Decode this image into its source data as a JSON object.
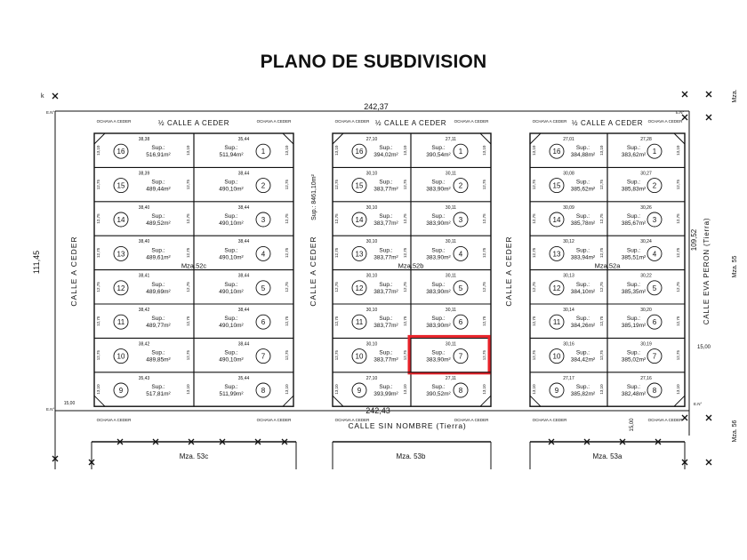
{
  "title": "PLANO DE SUBDIVISION",
  "top_dimension": "242,37",
  "bottom_dimension": "242,43",
  "left_dimension": "111,45",
  "right_dimension": "109,52",
  "top_street": "½ CALLE A CEDER",
  "bottom_street": "CALLE SIN NOMBRE (Tierra)",
  "side_street": "CALLE A CEDER",
  "right_street": "CALLE EVA PERON (Tierra)",
  "cession_label": "OCHAVA A CEDER",
  "k_label": "k",
  "corner_label": "E.N°",
  "mza_55": "Mza. 55",
  "mza_56": "Mza. 56",
  "mza_top_right": "Mza.",
  "mza_53c": "Mza. 53c",
  "mza_53b": "Mza. 53b",
  "mza_53a": "Mza. 53a",
  "right_offset_dim": "15,00",
  "bottom_offset_dim": "15,00",
  "left_offset_dim": "15,00",
  "middle_block_area": "Sup.: 8461,10m²",
  "sup_label": "Sup.:",
  "highlight_color": "#e8232a",
  "highlighted_lot": {
    "block": 1,
    "lot": 7
  },
  "blocks": [
    {
      "name": "Mza.52c",
      "lots": [
        {
          "n": 16,
          "sup": "516,91m²"
        },
        {
          "n": 15,
          "sup": "489,44m²"
        },
        {
          "n": 14,
          "sup": "489,52m²"
        },
        {
          "n": 13,
          "sup": "489,61m²"
        },
        {
          "n": 12,
          "sup": "489,69m²"
        },
        {
          "n": 11,
          "sup": "489,77m²"
        },
        {
          "n": 10,
          "sup": "489,85m²"
        },
        {
          "n": 9,
          "sup": "517,81m²"
        },
        {
          "n": 1,
          "sup": "511,94m²"
        },
        {
          "n": 2,
          "sup": "490,10m²"
        },
        {
          "n": 3,
          "sup": "490,10m²"
        },
        {
          "n": 4,
          "sup": "490,10m²"
        },
        {
          "n": 5,
          "sup": "490,10m²"
        },
        {
          "n": 6,
          "sup": "490,10m²"
        },
        {
          "n": 7,
          "sup": "490,10m²"
        },
        {
          "n": 8,
          "sup": "511,99m²"
        }
      ],
      "widths_left": [
        "38,38",
        "38,39",
        "38,40",
        "38,40",
        "38,41",
        "38,42",
        "38,42",
        "35,43"
      ],
      "widths_right": [
        "35,44",
        "38,44",
        "38,44",
        "38,44",
        "38,44",
        "38,44",
        "38,44",
        "35,44"
      ]
    },
    {
      "name": "Mza.52b",
      "lots": [
        {
          "n": 16,
          "sup": "394,02m²"
        },
        {
          "n": 15,
          "sup": "383,77m²"
        },
        {
          "n": 14,
          "sup": "383,77m²"
        },
        {
          "n": 13,
          "sup": "383,77m²"
        },
        {
          "n": 12,
          "sup": "383,77m²"
        },
        {
          "n": 11,
          "sup": "383,77m²"
        },
        {
          "n": 10,
          "sup": "383,77m²"
        },
        {
          "n": 9,
          "sup": "393,99m²"
        },
        {
          "n": 1,
          "sup": "390,54m²"
        },
        {
          "n": 2,
          "sup": "383,90m²"
        },
        {
          "n": 3,
          "sup": "383,90m²"
        },
        {
          "n": 4,
          "sup": "383,90m²"
        },
        {
          "n": 5,
          "sup": "383,90m²"
        },
        {
          "n": 6,
          "sup": "383,90m²"
        },
        {
          "n": 7,
          "sup": "383,90m²"
        },
        {
          "n": 8,
          "sup": "390,52m²"
        }
      ],
      "widths_left": [
        "27,10",
        "30,10",
        "30,10",
        "30,10",
        "30,10",
        "30,10",
        "30,10",
        "27,10"
      ],
      "widths_right": [
        "27,11",
        "30,11",
        "30,11",
        "30,11",
        "30,11",
        "30,11",
        "30,11",
        "27,11"
      ]
    },
    {
      "name": "Mza.52a",
      "lots": [
        {
          "n": 16,
          "sup": "384,88m²"
        },
        {
          "n": 15,
          "sup": "385,62m²"
        },
        {
          "n": 14,
          "sup": "385,78m²"
        },
        {
          "n": 13,
          "sup": "383,94m²"
        },
        {
          "n": 12,
          "sup": "384,10m²"
        },
        {
          "n": 11,
          "sup": "384,26m²"
        },
        {
          "n": 10,
          "sup": "384,42m²"
        },
        {
          "n": 9,
          "sup": "385,82m²"
        },
        {
          "n": 1,
          "sup": "383,62m²"
        },
        {
          "n": 2,
          "sup": "385,83m²"
        },
        {
          "n": 3,
          "sup": "385,67m²"
        },
        {
          "n": 4,
          "sup": "385,51m²"
        },
        {
          "n": 5,
          "sup": "385,35m²"
        },
        {
          "n": 6,
          "sup": "385,19m²"
        },
        {
          "n": 7,
          "sup": "385,02m²"
        },
        {
          "n": 8,
          "sup": "382,48m²"
        }
      ],
      "widths_left": [
        "27,01",
        "30,08",
        "30,09",
        "30,12",
        "30,13",
        "30,14",
        "30,16",
        "27,17"
      ],
      "widths_right": [
        "27,28",
        "30,27",
        "30,26",
        "30,24",
        "30,22",
        "30,20",
        "30,19",
        "27,16"
      ]
    }
  ],
  "depth_label": "12,75",
  "corner_depth_label": "13,10"
}
